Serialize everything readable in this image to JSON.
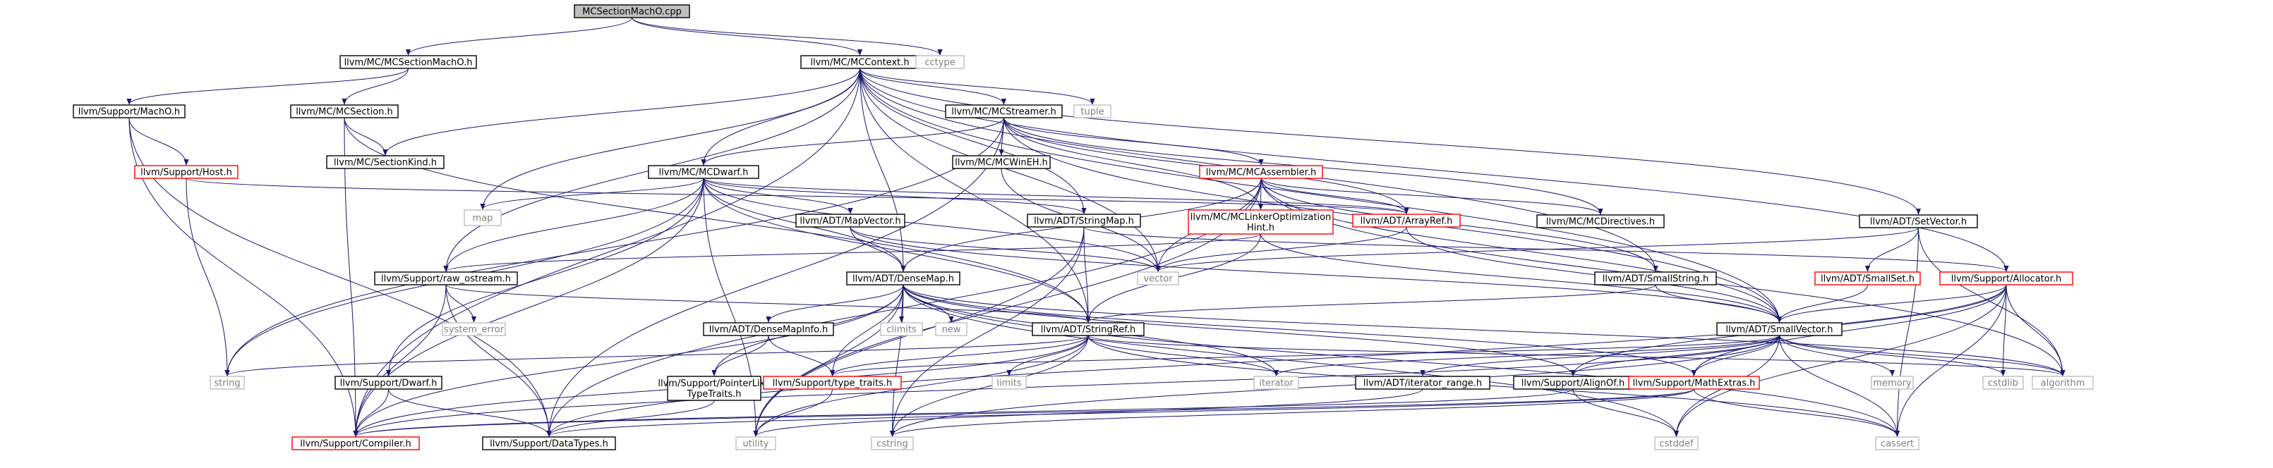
{
  "diagram": {
    "colors": {
      "edge": "#191970",
      "text": "#000000",
      "text_system": "#808080",
      "border_normal": "#000000",
      "border_truncated": "#ff0000",
      "border_system": "#bfbfbf",
      "root_fill": "#bfbfbf",
      "fill": "#ffffff"
    },
    "nodes": [
      {
        "id": "root",
        "label": "MCSectionMachO.cpp",
        "kind": "root"
      },
      {
        "id": "MCSectionMachO",
        "label": "llvm/MC/MCSectionMachO.h",
        "kind": "normal"
      },
      {
        "id": "MCContext",
        "label": "llvm/MC/MCContext.h",
        "kind": "normal"
      },
      {
        "id": "cctype",
        "label": "cctype",
        "kind": "system"
      },
      {
        "id": "MachO",
        "label": "llvm/Support/MachO.h",
        "kind": "normal"
      },
      {
        "id": "MCSection",
        "label": "llvm/MC/MCSection.h",
        "kind": "normal"
      },
      {
        "id": "tuple",
        "label": "tuple",
        "kind": "system"
      },
      {
        "id": "MCStreamer",
        "label": "llvm/MC/MCStreamer.h",
        "kind": "normal"
      },
      {
        "id": "Host",
        "label": "llvm/Support/Host.h",
        "kind": "truncated"
      },
      {
        "id": "MCSectionKind",
        "label": "llvm/MC/SectionKind.h",
        "kind": "normal"
      },
      {
        "id": "MCDwarf",
        "label": "llvm/MC/MCDwarf.h",
        "kind": "normal"
      },
      {
        "id": "MCWinEH",
        "label": "llvm/MC/MCWinEH.h",
        "kind": "normal"
      },
      {
        "id": "MCAssembler",
        "label": "llvm/MC/MCAssembler.h",
        "kind": "truncated"
      },
      {
        "id": "SetVector",
        "label": "llvm/ADT/SetVector.h",
        "kind": "normal"
      },
      {
        "id": "map",
        "label": "map",
        "kind": "system"
      },
      {
        "id": "MapVector",
        "label": "llvm/ADT/MapVector.h",
        "kind": "normal"
      },
      {
        "id": "StringMap",
        "label": "llvm/ADT/StringMap.h",
        "kind": "normal"
      },
      {
        "id": "MCLinker",
        "label": "llvm/MC/MCLinkerOptimization|Hint.h",
        "kind": "truncated"
      },
      {
        "id": "ArrayRef",
        "label": "llvm/ADT/ArrayRef.h",
        "kind": "truncated"
      },
      {
        "id": "MCDirectives",
        "label": "llvm/MC/MCDirectives.h",
        "kind": "normal"
      },
      {
        "id": "vector",
        "label": "vector",
        "kind": "system"
      },
      {
        "id": "SmallSet",
        "label": "llvm/ADT/SmallSet.h",
        "kind": "truncated"
      },
      {
        "id": "Allocator",
        "label": "llvm/Support/Allocator.h",
        "kind": "truncated"
      },
      {
        "id": "raw_ostream",
        "label": "llvm/Support/raw_ostream.h",
        "kind": "normal"
      },
      {
        "id": "DenseMap",
        "label": "llvm/ADT/DenseMap.h",
        "kind": "normal"
      },
      {
        "id": "SmallString",
        "label": "llvm/ADT/SmallString.h",
        "kind": "normal"
      },
      {
        "id": "system_error",
        "label": "system_error",
        "kind": "system"
      },
      {
        "id": "climits",
        "label": "climits",
        "kind": "system"
      },
      {
        "id": "new",
        "label": "new",
        "kind": "system"
      },
      {
        "id": "DenseMapInfo",
        "label": "llvm/ADT/DenseMapInfo.h",
        "kind": "normal"
      },
      {
        "id": "StringRef",
        "label": "llvm/ADT/StringRef.h",
        "kind": "normal"
      },
      {
        "id": "SmallVector",
        "label": "llvm/ADT/SmallVector.h",
        "kind": "normal"
      },
      {
        "id": "string",
        "label": "string",
        "kind": "system"
      },
      {
        "id": "Dwarf",
        "label": "llvm/Support/Dwarf.h",
        "kind": "normal"
      },
      {
        "id": "PointerLike",
        "label": "llvm/Support/PointerLike|TypeTraits.h",
        "kind": "normal"
      },
      {
        "id": "type_traits",
        "label": "llvm/Support/type_traits.h",
        "kind": "truncated"
      },
      {
        "id": "limits",
        "label": "limits",
        "kind": "system"
      },
      {
        "id": "iterator",
        "label": "iterator",
        "kind": "system"
      },
      {
        "id": "iterator_range",
        "label": "llvm/ADT/iterator_range.h",
        "kind": "normal"
      },
      {
        "id": "AlignOf",
        "label": "llvm/Support/AlignOf.h",
        "kind": "normal"
      },
      {
        "id": "MathExtras",
        "label": "llvm/Support/MathExtras.h",
        "kind": "truncated"
      },
      {
        "id": "memory",
        "label": "memory",
        "kind": "system"
      },
      {
        "id": "cstdlib",
        "label": "cstdlib",
        "kind": "system"
      },
      {
        "id": "algorithm",
        "label": "algorithm",
        "kind": "system"
      },
      {
        "id": "Compiler",
        "label": "llvm/Support/Compiler.h",
        "kind": "truncated"
      },
      {
        "id": "DataTypes",
        "label": "llvm/Support/DataTypes.h",
        "kind": "normal"
      },
      {
        "id": "utility",
        "label": "utility",
        "kind": "system"
      },
      {
        "id": "cstring",
        "label": "cstring",
        "kind": "system"
      },
      {
        "id": "cstddef",
        "label": "cstddef",
        "kind": "system"
      },
      {
        "id": "cassert",
        "label": "cassert",
        "kind": "system"
      }
    ],
    "edges": [
      [
        "root",
        "MCSectionMachO"
      ],
      [
        "root",
        "MCContext"
      ],
      [
        "root",
        "cctype"
      ],
      [
        "MCSectionMachO",
        "MachO"
      ],
      [
        "MCSectionMachO",
        "MCSection"
      ],
      [
        "MCContext",
        "MCSectionKind"
      ],
      [
        "MCContext",
        "tuple"
      ],
      [
        "MCContext",
        "MCStreamer"
      ],
      [
        "MCContext",
        "MCDwarf"
      ],
      [
        "MCContext",
        "map"
      ],
      [
        "MCContext",
        "StringMap"
      ],
      [
        "MCContext",
        "SetVector"
      ],
      [
        "MCContext",
        "vector"
      ],
      [
        "MCContext",
        "raw_ostream"
      ],
      [
        "MCContext",
        "DenseMap"
      ],
      [
        "MCContext",
        "SmallString"
      ],
      [
        "MCContext",
        "SmallVector"
      ],
      [
        "MCContext",
        "Allocator"
      ],
      [
        "MCContext",
        "Compiler"
      ],
      [
        "MCContext",
        "StringRef"
      ],
      [
        "MachO",
        "Host"
      ],
      [
        "MachO",
        "Compiler"
      ],
      [
        "MachO",
        "DataTypes"
      ],
      [
        "MCSection",
        "MCSectionKind"
      ],
      [
        "MCSection",
        "StringRef"
      ],
      [
        "MCSection",
        "Compiler"
      ],
      [
        "Host",
        "string"
      ],
      [
        "Host",
        "ArrayRef"
      ],
      [
        "MCStreamer",
        "MCWinEH"
      ],
      [
        "MCStreamer",
        "MCDwarf"
      ],
      [
        "MCStreamer",
        "MCAssembler"
      ],
      [
        "MCStreamer",
        "MCLinker"
      ],
      [
        "MCStreamer",
        "MCDirectives"
      ],
      [
        "MCStreamer",
        "ArrayRef"
      ],
      [
        "MCStreamer",
        "SmallVector"
      ],
      [
        "MCStreamer",
        "DataTypes"
      ],
      [
        "MCStreamer",
        "string"
      ],
      [
        "MCWinEH",
        "vector"
      ],
      [
        "MCDwarf",
        "map"
      ],
      [
        "MCDwarf",
        "MapVector"
      ],
      [
        "MCDwarf",
        "StringMap"
      ],
      [
        "MCDwarf",
        "StringRef"
      ],
      [
        "MCDwarf",
        "Dwarf"
      ],
      [
        "MCDwarf",
        "raw_ostream"
      ],
      [
        "MCDwarf",
        "vector"
      ],
      [
        "MCDwarf",
        "string"
      ],
      [
        "MCDwarf",
        "utility"
      ],
      [
        "MCDwarf",
        "Compiler"
      ],
      [
        "MCDwarf",
        "DenseMap"
      ],
      [
        "MCDwarf",
        "ArrayRef"
      ],
      [
        "MCAssembler",
        "MCDirectives"
      ],
      [
        "MCAssembler",
        "MCLinker"
      ],
      [
        "MCAssembler",
        "SmallString"
      ],
      [
        "MCAssembler",
        "DenseMap"
      ],
      [
        "MCAssembler",
        "vector"
      ],
      [
        "MCAssembler",
        "ArrayRef"
      ],
      [
        "MCAssembler",
        "algorithm"
      ],
      [
        "MCAssembler",
        "DataTypes"
      ],
      [
        "MCAssembler",
        "SmallVector"
      ],
      [
        "MCAssembler",
        "utility"
      ],
      [
        "MCLinker",
        "raw_ostream"
      ],
      [
        "MCLinker",
        "StringRef"
      ],
      [
        "MCLinker",
        "SmallVector"
      ],
      [
        "ArrayRef",
        "vector"
      ],
      [
        "ArrayRef",
        "SmallVector"
      ],
      [
        "MapVector",
        "DenseMap"
      ],
      [
        "MapVector",
        "vector"
      ],
      [
        "MapVector",
        "SmallVector"
      ],
      [
        "StringMap",
        "StringRef"
      ],
      [
        "StringMap",
        "Allocator"
      ],
      [
        "StringMap",
        "cstring"
      ],
      [
        "StringMap",
        "utility"
      ],
      [
        "SetVector",
        "SmallSet"
      ],
      [
        "SetVector",
        "algorithm"
      ],
      [
        "SetVector",
        "cassert"
      ],
      [
        "SetVector",
        "vector"
      ],
      [
        "SmallSet",
        "SmallVector"
      ],
      [
        "Allocator",
        "SmallVector"
      ],
      [
        "Allocator",
        "AlignOf"
      ],
      [
        "Allocator",
        "MathExtras"
      ],
      [
        "Allocator",
        "DataTypes"
      ],
      [
        "Allocator",
        "algorithm"
      ],
      [
        "Allocator",
        "cassert"
      ],
      [
        "Allocator",
        "cstddef"
      ],
      [
        "Allocator",
        "cstdlib"
      ],
      [
        "raw_ostream",
        "StringRef"
      ],
      [
        "raw_ostream",
        "DataTypes"
      ],
      [
        "raw_ostream",
        "Compiler"
      ],
      [
        "raw_ostream",
        "system_error"
      ],
      [
        "SmallString",
        "SmallVector"
      ],
      [
        "SmallString",
        "StringRef"
      ],
      [
        "DenseMap",
        "DenseMapInfo"
      ],
      [
        "DenseMap",
        "type_traits"
      ],
      [
        "DenseMap",
        "AlignOf"
      ],
      [
        "DenseMap",
        "MathExtras"
      ],
      [
        "DenseMap",
        "PointerLike"
      ],
      [
        "DenseMap",
        "Compiler"
      ],
      [
        "DenseMap",
        "algorithm"
      ],
      [
        "DenseMap",
        "cassert"
      ],
      [
        "DenseMap",
        "climits"
      ],
      [
        "DenseMap",
        "cstddef"
      ],
      [
        "DenseMap",
        "cstring"
      ],
      [
        "DenseMap",
        "iterator"
      ],
      [
        "DenseMap",
        "new"
      ],
      [
        "DenseMap",
        "utility"
      ],
      [
        "DenseMapInfo",
        "PointerLike"
      ],
      [
        "DenseMapInfo",
        "type_traits"
      ],
      [
        "StringRef",
        "string"
      ],
      [
        "StringRef",
        "limits"
      ],
      [
        "StringRef",
        "cassert"
      ],
      [
        "StringRef",
        "cstring"
      ],
      [
        "StringRef",
        "utility"
      ],
      [
        "StringRef",
        "type_traits"
      ],
      [
        "StringRef",
        "algorithm"
      ],
      [
        "StringRef",
        "Compiler"
      ],
      [
        "StringRef",
        "iterator"
      ],
      [
        "SmallVector",
        "iterator_range"
      ],
      [
        "SmallVector",
        "AlignOf"
      ],
      [
        "SmallVector",
        "Compiler"
      ],
      [
        "SmallVector",
        "MathExtras"
      ],
      [
        "SmallVector",
        "type_traits"
      ],
      [
        "SmallVector",
        "algorithm"
      ],
      [
        "SmallVector",
        "cassert"
      ],
      [
        "SmallVector",
        "cstddef"
      ],
      [
        "SmallVector",
        "cstdlib"
      ],
      [
        "SmallVector",
        "cstring"
      ],
      [
        "SmallVector",
        "iterator"
      ],
      [
        "SmallVector",
        "memory"
      ],
      [
        "Dwarf",
        "Compiler"
      ],
      [
        "Dwarf",
        "DataTypes"
      ],
      [
        "PointerLike",
        "DataTypes"
      ],
      [
        "type_traits",
        "utility"
      ],
      [
        "iterator_range",
        "utility"
      ],
      [
        "AlignOf",
        "Compiler"
      ],
      [
        "AlignOf",
        "cstddef"
      ],
      [
        "MathExtras",
        "Compiler"
      ],
      [
        "MathExtras",
        "cassert"
      ],
      [
        "MathExtras",
        "DataTypes"
      ],
      [
        "MathExtras",
        "cstring"
      ]
    ]
  }
}
